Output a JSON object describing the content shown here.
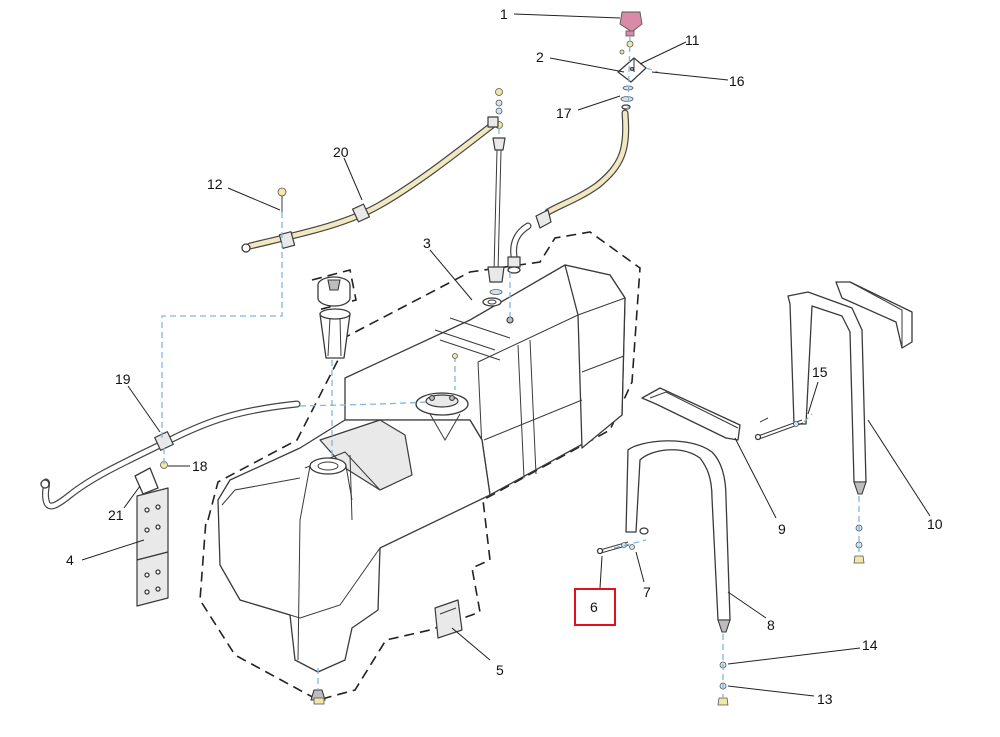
{
  "diagram": {
    "callouts": {
      "c1": "1",
      "c2": "2",
      "c3": "3",
      "c4": "4",
      "c5": "5",
      "c6": "6",
      "c7": "7",
      "c8": "8",
      "c9": "9",
      "c10": "10",
      "c11": "11",
      "c12": "12",
      "c13": "13",
      "c14": "14",
      "c15": "15",
      "c16": "16",
      "c17": "17",
      "c18": "18",
      "c19": "19",
      "c20": "20",
      "c21": "21"
    },
    "highlighted_callout": "6",
    "colors": {
      "highlight": "#e2101b",
      "cap_accent": "#d98aa8",
      "hose_fill": "#f2e8bf",
      "fastener": "#f3e7a8",
      "alignment_line": "#7fb6e0"
    }
  }
}
